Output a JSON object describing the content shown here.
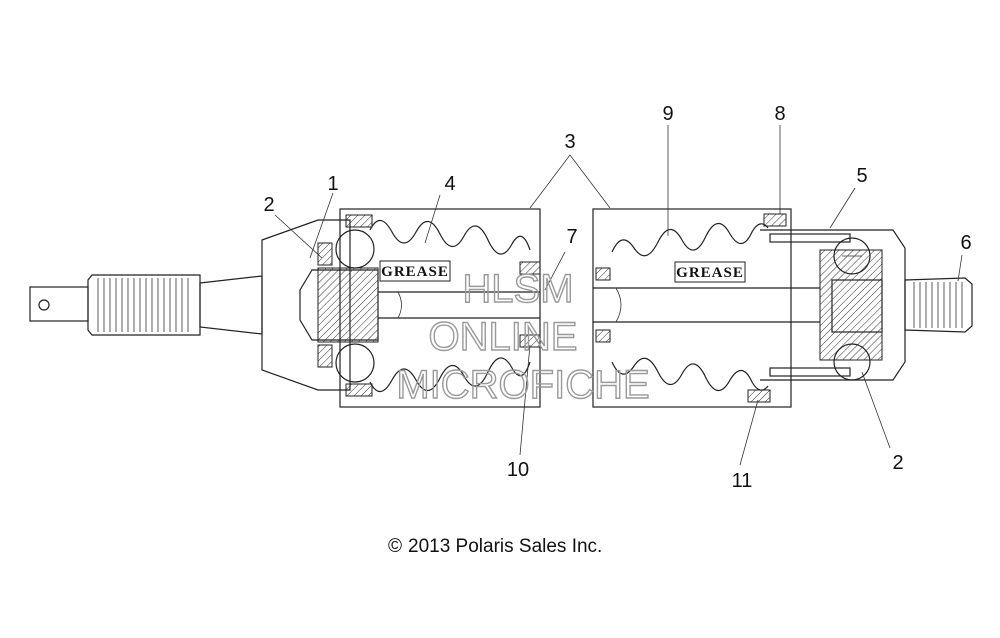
{
  "diagram": {
    "callouts": [
      "1",
      "2",
      "3",
      "4",
      "5",
      "6",
      "7",
      "8",
      "9",
      "10",
      "11",
      "2"
    ],
    "grease_labels": [
      "GREASE",
      "GREASE"
    ],
    "watermark": [
      "HLSM",
      "ONLINE",
      "MICROFICHE"
    ],
    "copyright": "2013 Polaris Sales Inc.",
    "copyright_symbol": "©"
  }
}
